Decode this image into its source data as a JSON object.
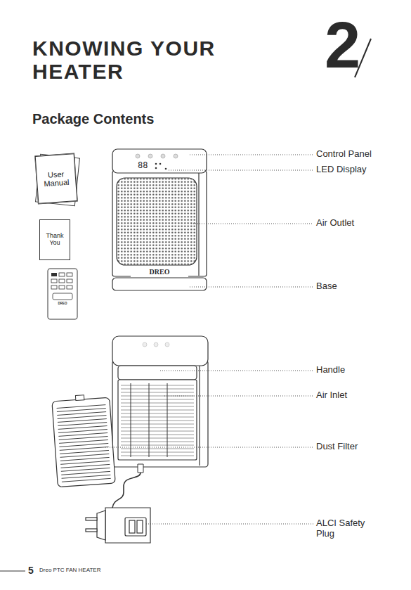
{
  "diagram": {
    "title": "KNOWING YOUR HEATER",
    "nodes": [
      {
        "text": [
          "User Manual"
        ]
      },
      {
        "text": [
          "Thank You"
        ]
      }
    ],
    "labels": [
      "2",
      "Package Contents",
      "88",
      "DREO",
      "DREO",
      "Control Panel",
      "LED Display",
      "Air Outlet",
      "Base",
      "Handle",
      "Air Inlet",
      "Dust Filter",
      "ALCI Safety Plug",
      "5",
      "Dreo PTC FAN HEATER"
    ]
  }
}
